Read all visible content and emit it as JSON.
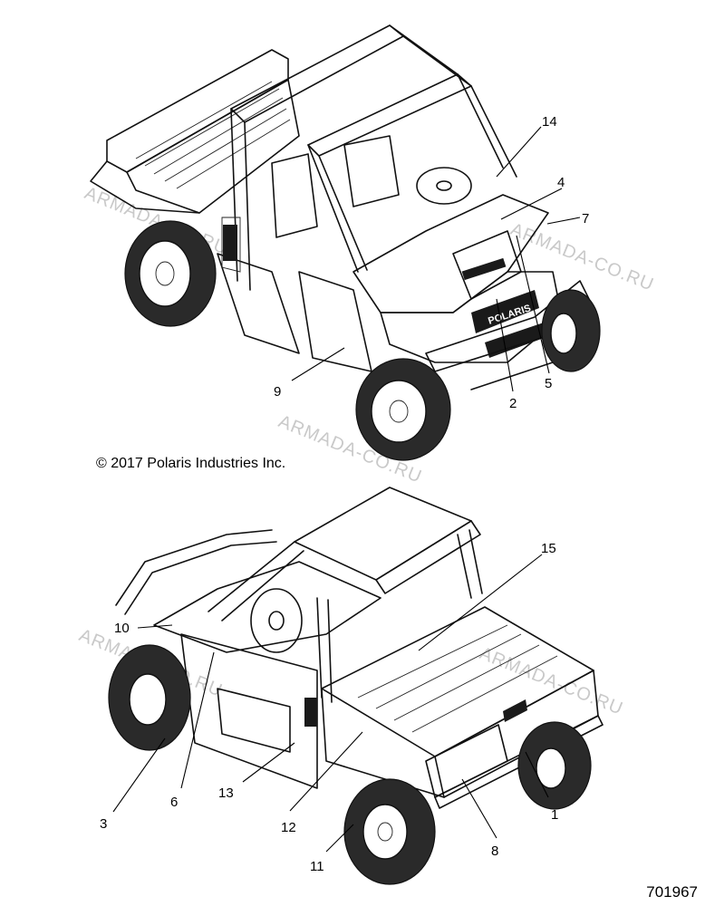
{
  "copyright": "© 2017 Polaris Industries Inc.",
  "part_number": "701967",
  "watermark": "ARMADA-CO.RU",
  "top_view": {
    "callouts": [
      "14",
      "4",
      "7",
      "9",
      "2",
      "5"
    ]
  },
  "bottom_view": {
    "callouts": [
      "15",
      "10",
      "3",
      "6",
      "13",
      "12",
      "11",
      "8",
      "1"
    ]
  },
  "brand_badge": "POLARIS",
  "colors": {
    "line": "#111111",
    "watermark": "#c9c9c9",
    "background": "#ffffff"
  }
}
